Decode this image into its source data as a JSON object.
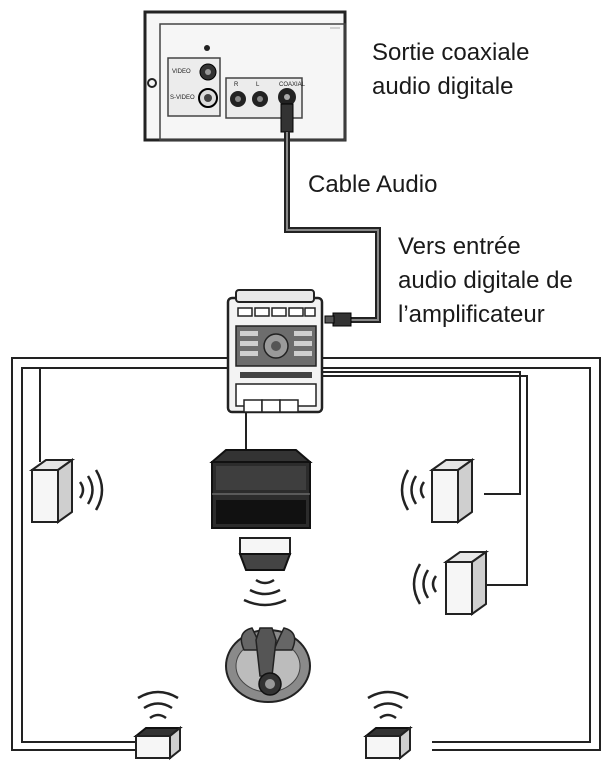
{
  "labels": {
    "coax_output_line1": "Sortie coaxiale",
    "coax_output_line2": "audio digitale",
    "cable": "Cable Audio",
    "amp_input_line1": "Vers entrée",
    "amp_input_line2": "audio digitale de",
    "amp_input_line3": "l’amplificateur"
  },
  "player_panel": {
    "video": "VIDEO",
    "svideo": "S-VIDEO",
    "r": "R",
    "l": "L",
    "coaxial": "COAXIAL"
  }
}
